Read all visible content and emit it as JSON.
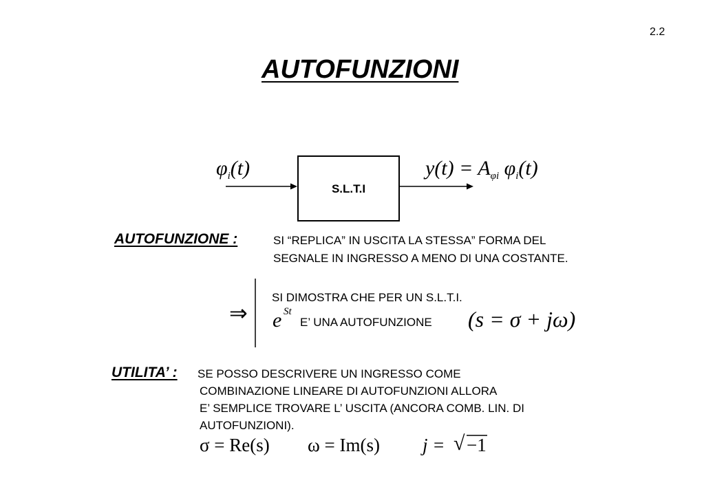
{
  "page_number": "2.2",
  "title": "AUTOFUNZIONI",
  "diagram": {
    "input_symbol": "φ",
    "input_sub": "i",
    "input_arg": "(t)",
    "box_label": "S.L.T.I",
    "output_lhs": "y(t) = A",
    "output_sub1": "φi",
    "output_phi": "φ",
    "output_sub2": "i",
    "output_arg": "(t)"
  },
  "definition": {
    "label": "AUTOFUNZIONE :",
    "line1": "SI “REPLICA” IN USCITA LA STESSA” FORMA DEL",
    "line2": "SEGNALE IN INGRESSO A MENO DI UNA COSTANTE."
  },
  "implication": {
    "arrow": "⇒",
    "line1": "SI DIMOSTRA CHE PER UN S.L.T.I.",
    "exp_base": "e",
    "exp_power": "St",
    "text": "E’ UNA AUTOFUNZIONE",
    "formula": "(s = σ + jω)"
  },
  "utility": {
    "label": "UTILITA’ :",
    "line1": "SE POSSO DESCRIVERE UN INGRESSO COME",
    "line2": "COMBINAZIONE LINEARE DI AUTOFUNZIONI ALLORA",
    "line3": "E’ SEMPLICE TROVARE L’ USCITA (ANCORA COMB. LIN. DI",
    "line4": "AUTOFUNZIONI)."
  },
  "formulas": {
    "sigma": "σ = Re(s)",
    "omega": "ω = Im(s)",
    "j_lhs": "j = ",
    "j_minus": "−1"
  }
}
